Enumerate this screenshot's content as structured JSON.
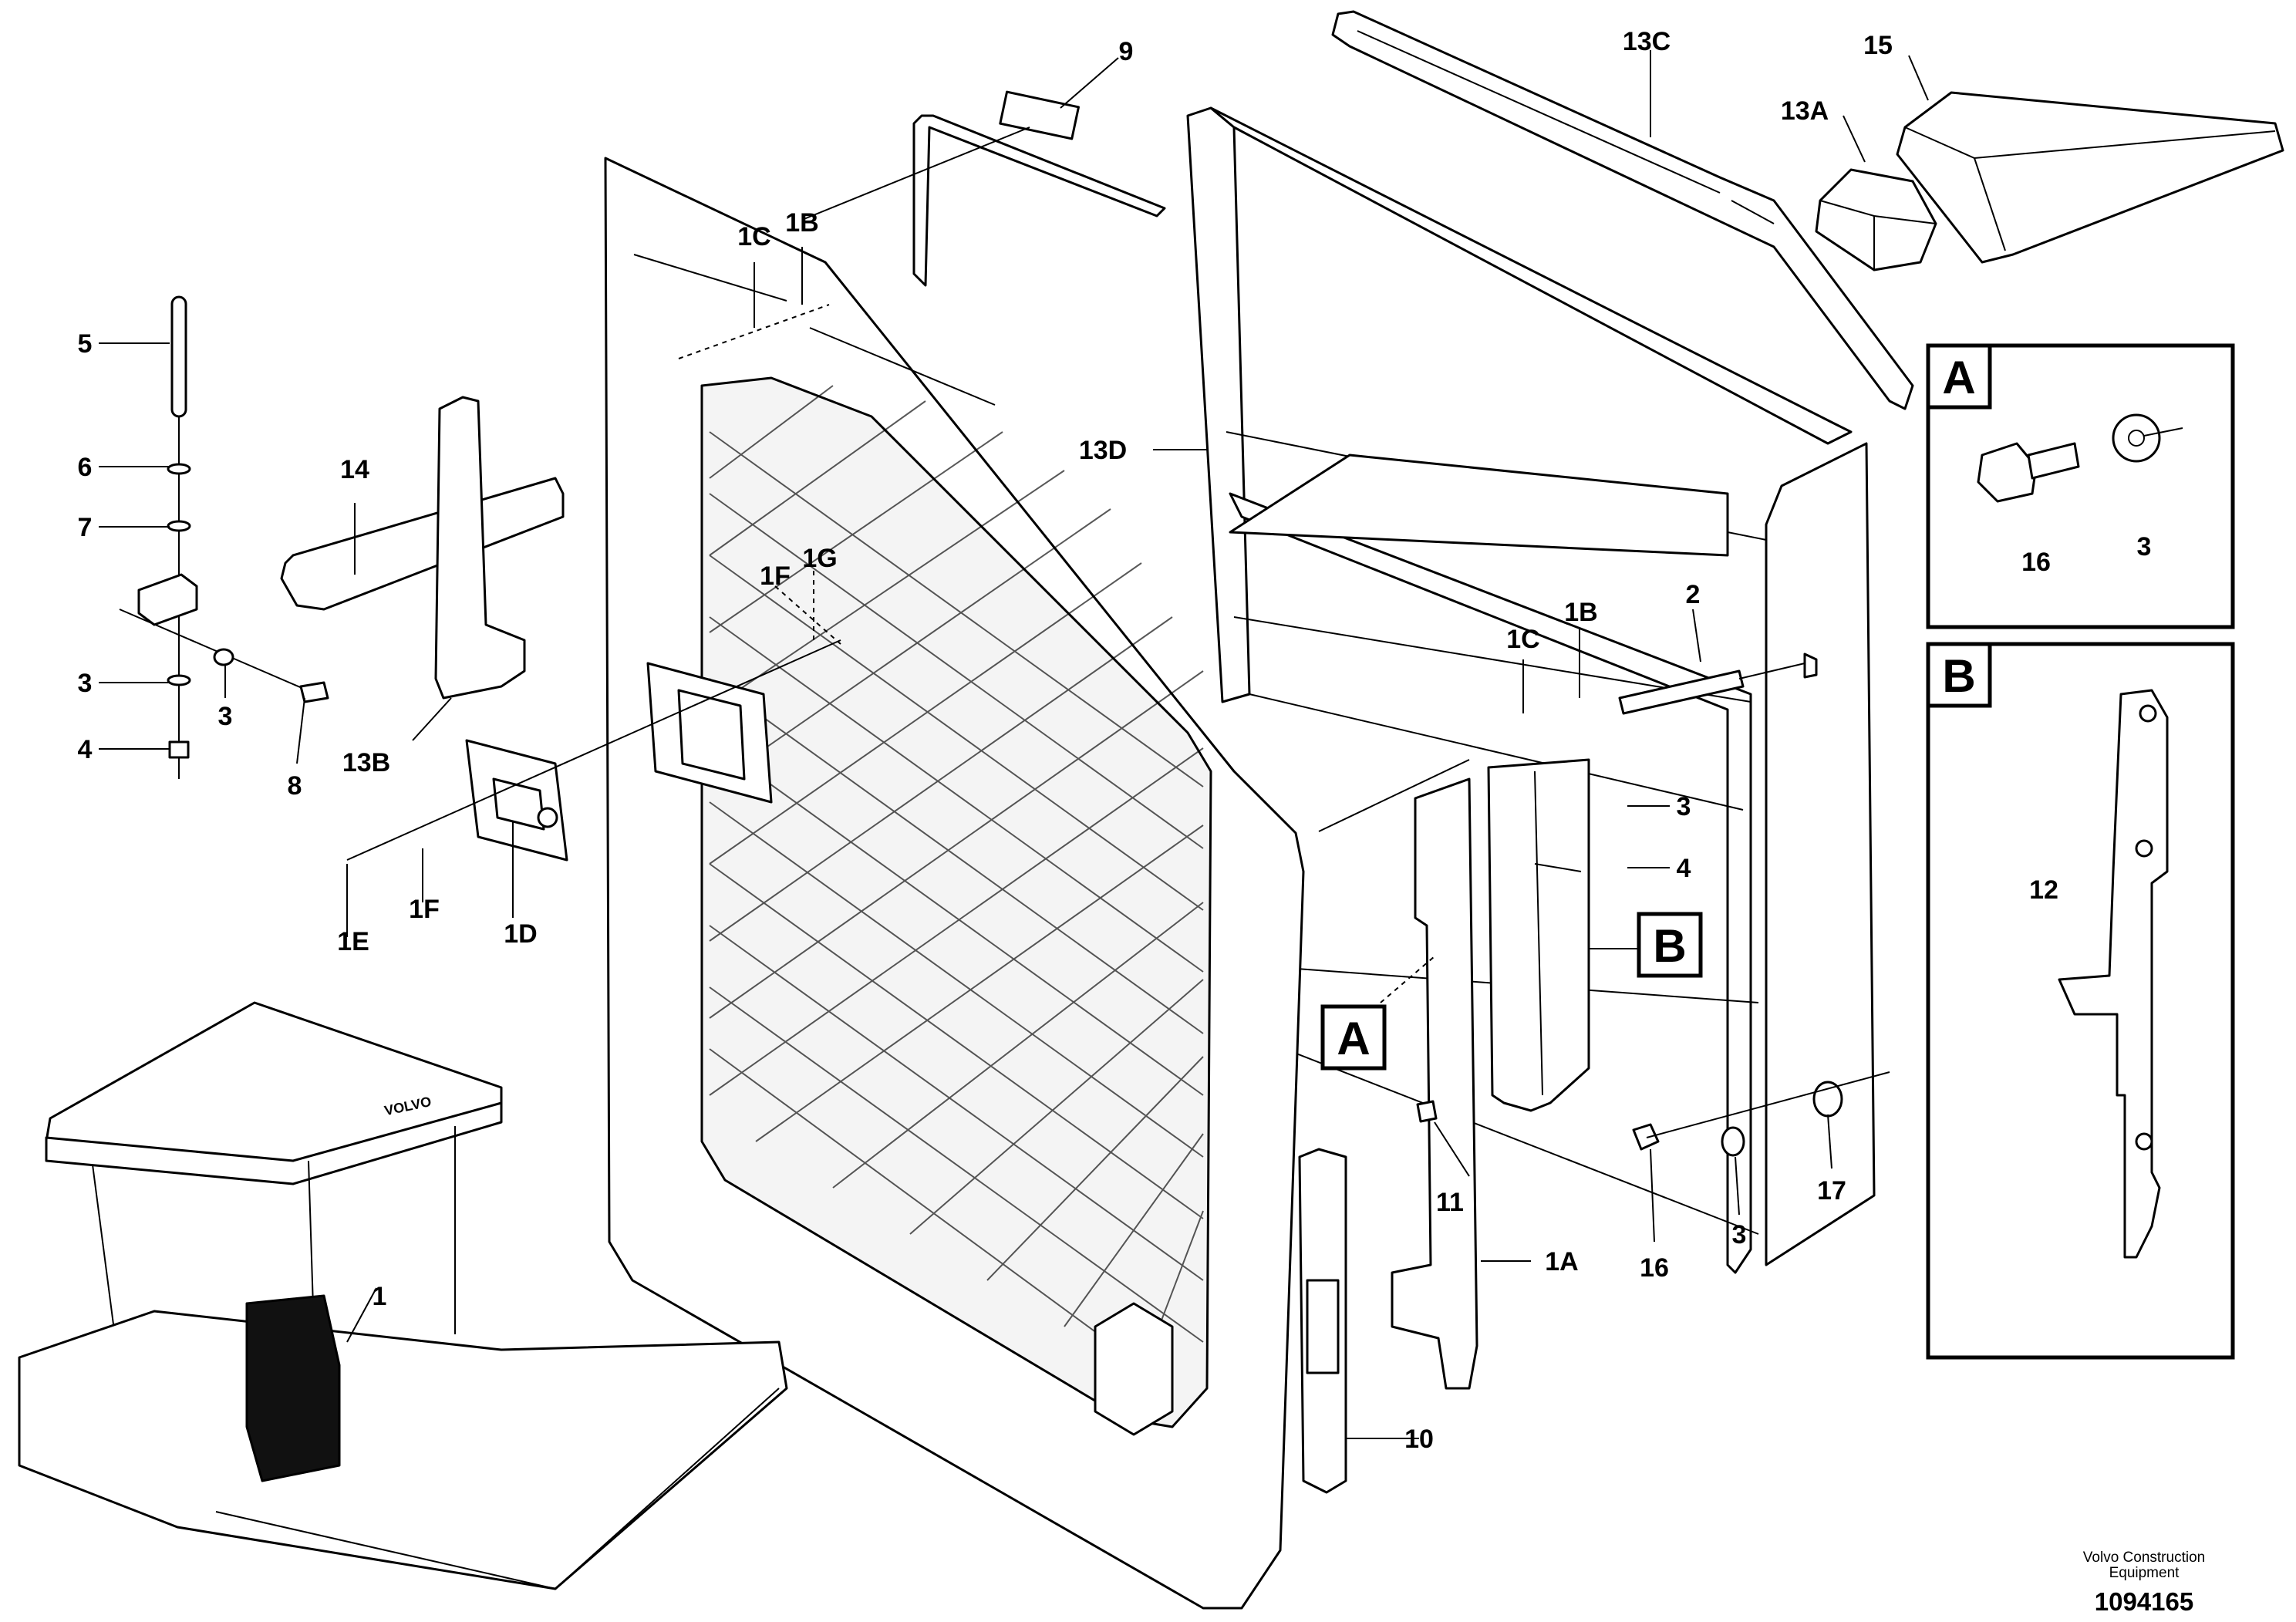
{
  "labels": {
    "l1": "1",
    "l1a": "1A",
    "l1b_top": "1B",
    "l1b_right": "1B",
    "l1c_top": "1C",
    "l1c_right": "1C",
    "l1d": "1D",
    "l1e": "1E",
    "l1f_left": "1F",
    "l1f_center": "1F",
    "l1g": "1G",
    "l2": "2",
    "l3_left1": "3",
    "l3_left2": "3",
    "l3_right": "3",
    "l3_bottom": "3",
    "l3_boxa": "3",
    "l4_left": "4",
    "l4_right": "4",
    "l5": "5",
    "l6": "6",
    "l7": "7",
    "l8": "8",
    "l9": "9",
    "l10": "10",
    "l11": "11",
    "l12": "12",
    "l13a": "13A",
    "l13b": "13B",
    "l13c": "13C",
    "l13d": "13D",
    "l14": "14",
    "l15": "15",
    "l16_bottom": "16",
    "l16_boxa": "16",
    "l17": "17"
  },
  "callouts": {
    "a_inline": "A",
    "b_inline": "B",
    "a_box": "A",
    "b_box": "B"
  },
  "credit": {
    "line1": "Volvo Construction",
    "line2": "Equipment"
  },
  "doc_number": "1094165",
  "machine_badge": "VOLVO"
}
